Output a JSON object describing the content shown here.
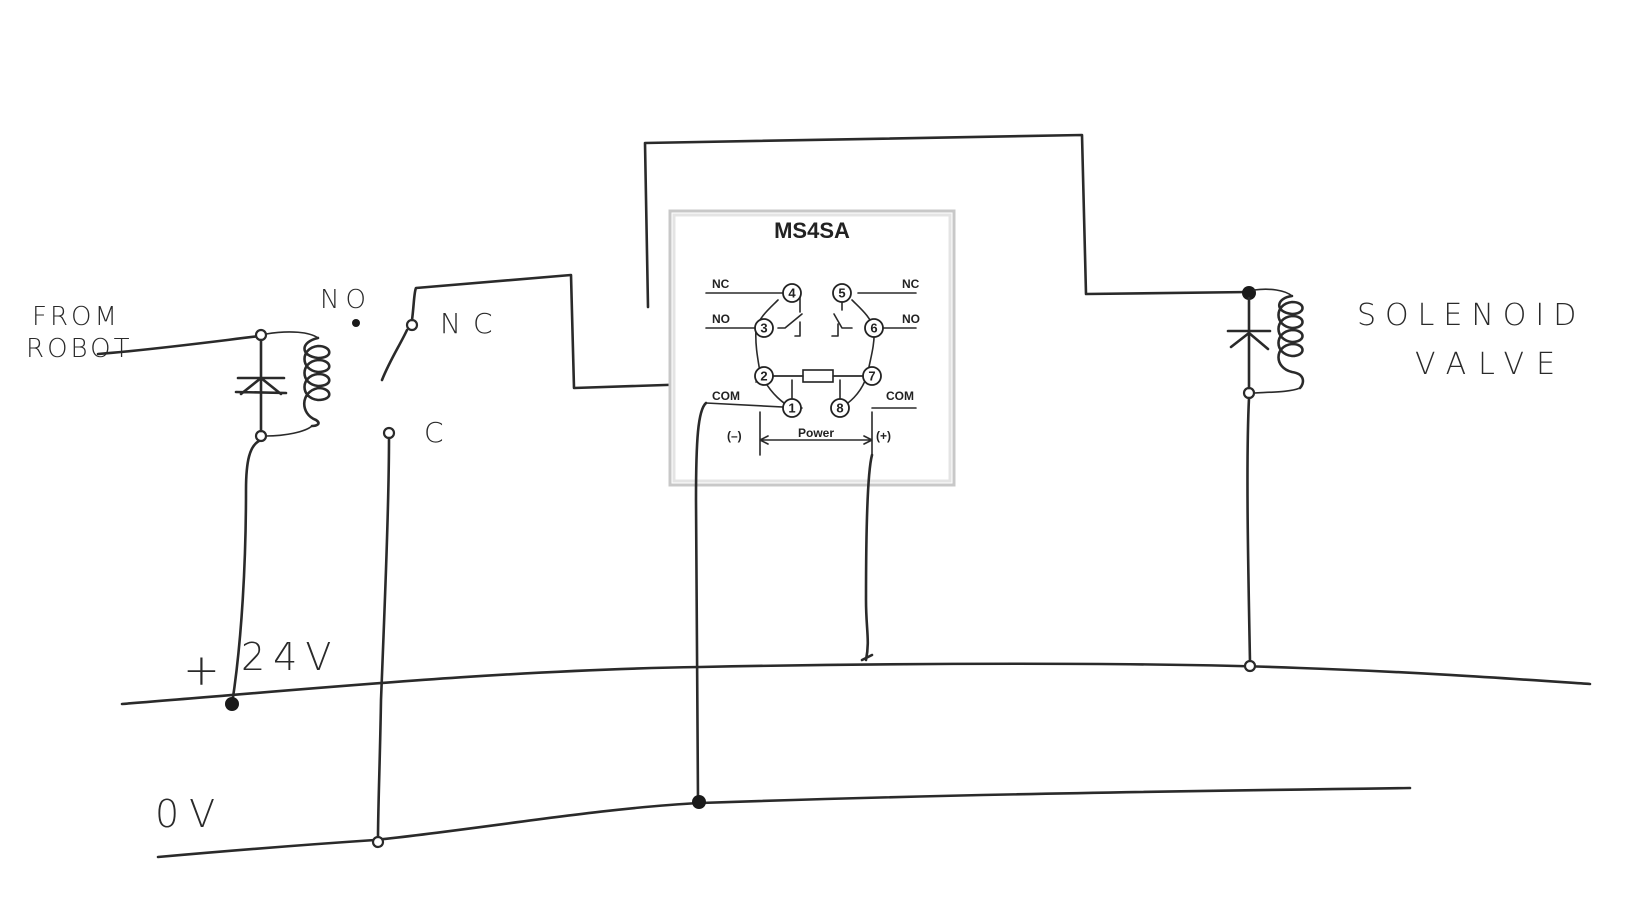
{
  "labels": {
    "from": "FROM",
    "robot": "ROBOT",
    "no_contact": "NO",
    "nc_contact": "NC",
    "c_contact": "C",
    "plus": "+",
    "v24": "24V",
    "zero_v": "0V",
    "solenoid": "SOLENOID",
    "valve": "VALVE"
  },
  "relay": {
    "model": "MS4SA",
    "nc_left": "NC",
    "nc_right": "NC",
    "no_left": "NO",
    "no_right": "NO",
    "com_left": "COM",
    "com_right": "COM",
    "minus": "(–)",
    "plus": "(+)",
    "power": "Power",
    "pins": [
      "4",
      "5",
      "3",
      "6",
      "2",
      "7",
      "1",
      "8"
    ]
  }
}
